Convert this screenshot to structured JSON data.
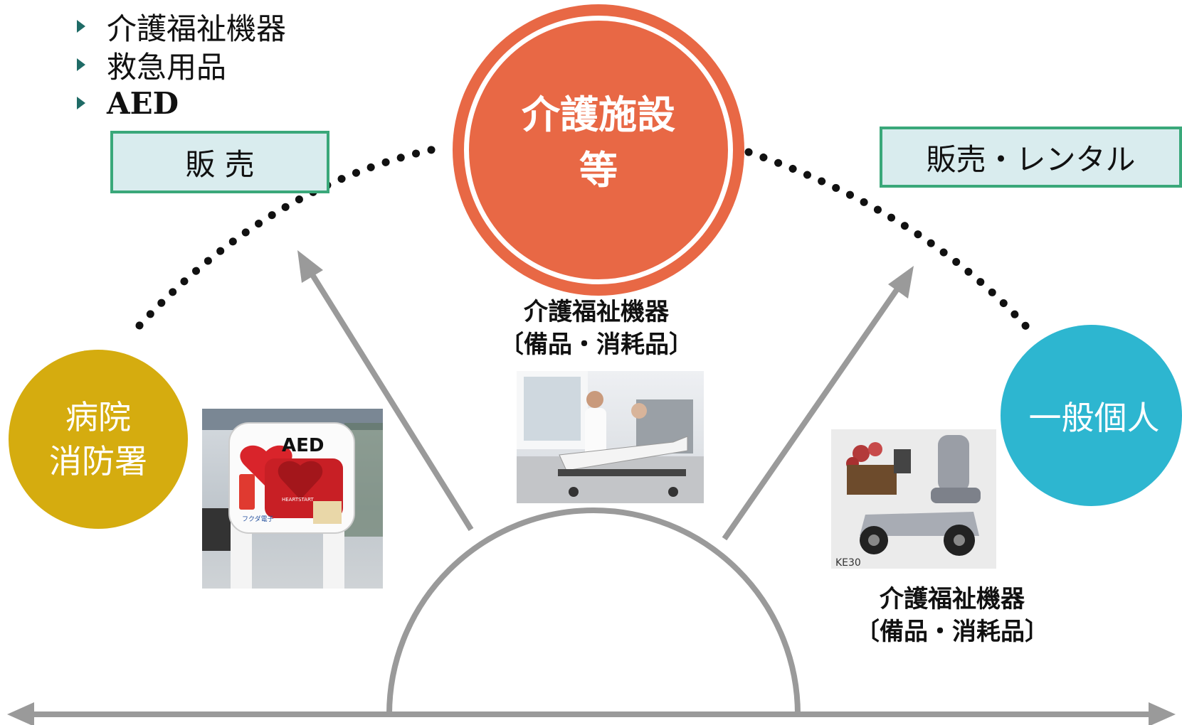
{
  "bullets": [
    "介護福祉機器",
    "救急用品",
    "AED"
  ],
  "box_left": "販 売",
  "box_right": "販売・レンタル",
  "center_circle": {
    "line1": "介護施設",
    "line2": "等"
  },
  "left_circle": {
    "line1": "病院",
    "line2": "消防署"
  },
  "right_circle": {
    "text": "一般個人"
  },
  "caption_center": {
    "line1": "介護福祉機器",
    "line2": "〔備品・消耗品〕"
  },
  "caption_right": {
    "line1": "介護福祉機器",
    "line2": "〔備品・消耗品〕"
  },
  "aed_photo": {
    "label": "AED",
    "sub": "HEARTSTART",
    "brand": "フクダ電子"
  },
  "scooter_photo": {
    "model": "KE30"
  },
  "colors": {
    "center_circle": "#e86845",
    "left_circle": "#d5ac0f",
    "right_circle": "#2db6d0",
    "arrows": "#9a9a9a",
    "dots": "#111111",
    "box_fill": "#d9ecee",
    "box_border": "#3aa87a",
    "bullet": "#1f6b66"
  }
}
